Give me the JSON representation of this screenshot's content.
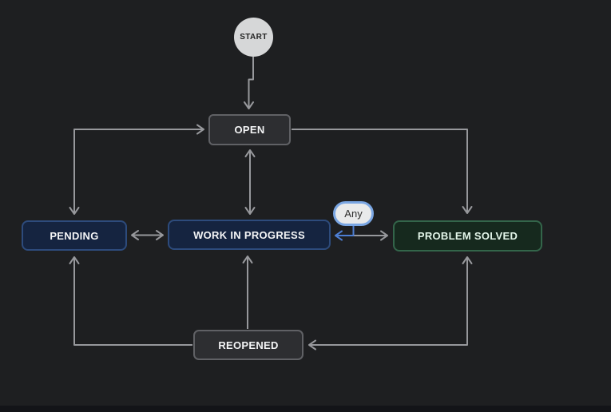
{
  "diagram": {
    "nodes": {
      "start": {
        "label": "START",
        "shape": "circle",
        "fill": "#d6d7d8"
      },
      "open": {
        "label": "OPEN",
        "status_color": "gray"
      },
      "pending": {
        "label": "PENDING",
        "status_color": "blue"
      },
      "work_in_progress": {
        "label": "WORK IN PROGRESS",
        "status_color": "blue"
      },
      "problem_solved": {
        "label": "PROBLEM SOLVED",
        "status_color": "green"
      },
      "reopened": {
        "label": "REOPENED",
        "status_color": "gray"
      },
      "any": {
        "label": "Any",
        "shape": "pill",
        "border": "#7aa6e3"
      }
    },
    "transitions": [
      {
        "from": "START",
        "to": "OPEN",
        "direction": "one-way",
        "color": "gray"
      },
      {
        "from": "OPEN",
        "to": "PENDING",
        "direction": "two-way",
        "color": "gray"
      },
      {
        "from": "OPEN",
        "to": "WORK IN PROGRESS",
        "direction": "two-way",
        "color": "gray"
      },
      {
        "from": "OPEN",
        "to": "PROBLEM SOLVED",
        "direction": "one-way",
        "color": "gray"
      },
      {
        "from": "PENDING",
        "to": "WORK IN PROGRESS",
        "direction": "two-way",
        "color": "gray"
      },
      {
        "from": "Any",
        "to": "WORK IN PROGRESS",
        "direction": "one-way",
        "color": "blue"
      },
      {
        "from": "WORK IN PROGRESS",
        "to": "PROBLEM SOLVED",
        "direction": "one-way",
        "color": "gray"
      },
      {
        "from": "PROBLEM SOLVED",
        "to": "REOPENED",
        "direction": "two-way",
        "color": "gray"
      },
      {
        "from": "REOPENED",
        "to": "PENDING",
        "direction": "one-way",
        "color": "gray"
      },
      {
        "from": "REOPENED",
        "to": "WORK IN PROGRESS",
        "direction": "one-way",
        "color": "gray"
      }
    ],
    "colors": {
      "background": "#1e1f21",
      "bottom_strip": "#131418",
      "connector_gray": "#97989c",
      "connector_blue": "#4d7ed2",
      "status_blue_bg": "#152440",
      "status_blue_border": "#2d4b7c",
      "status_green_bg": "#16291e",
      "status_green_border": "#33654a",
      "status_gray_bg": "#2d2e31",
      "status_gray_border": "#606165"
    }
  }
}
